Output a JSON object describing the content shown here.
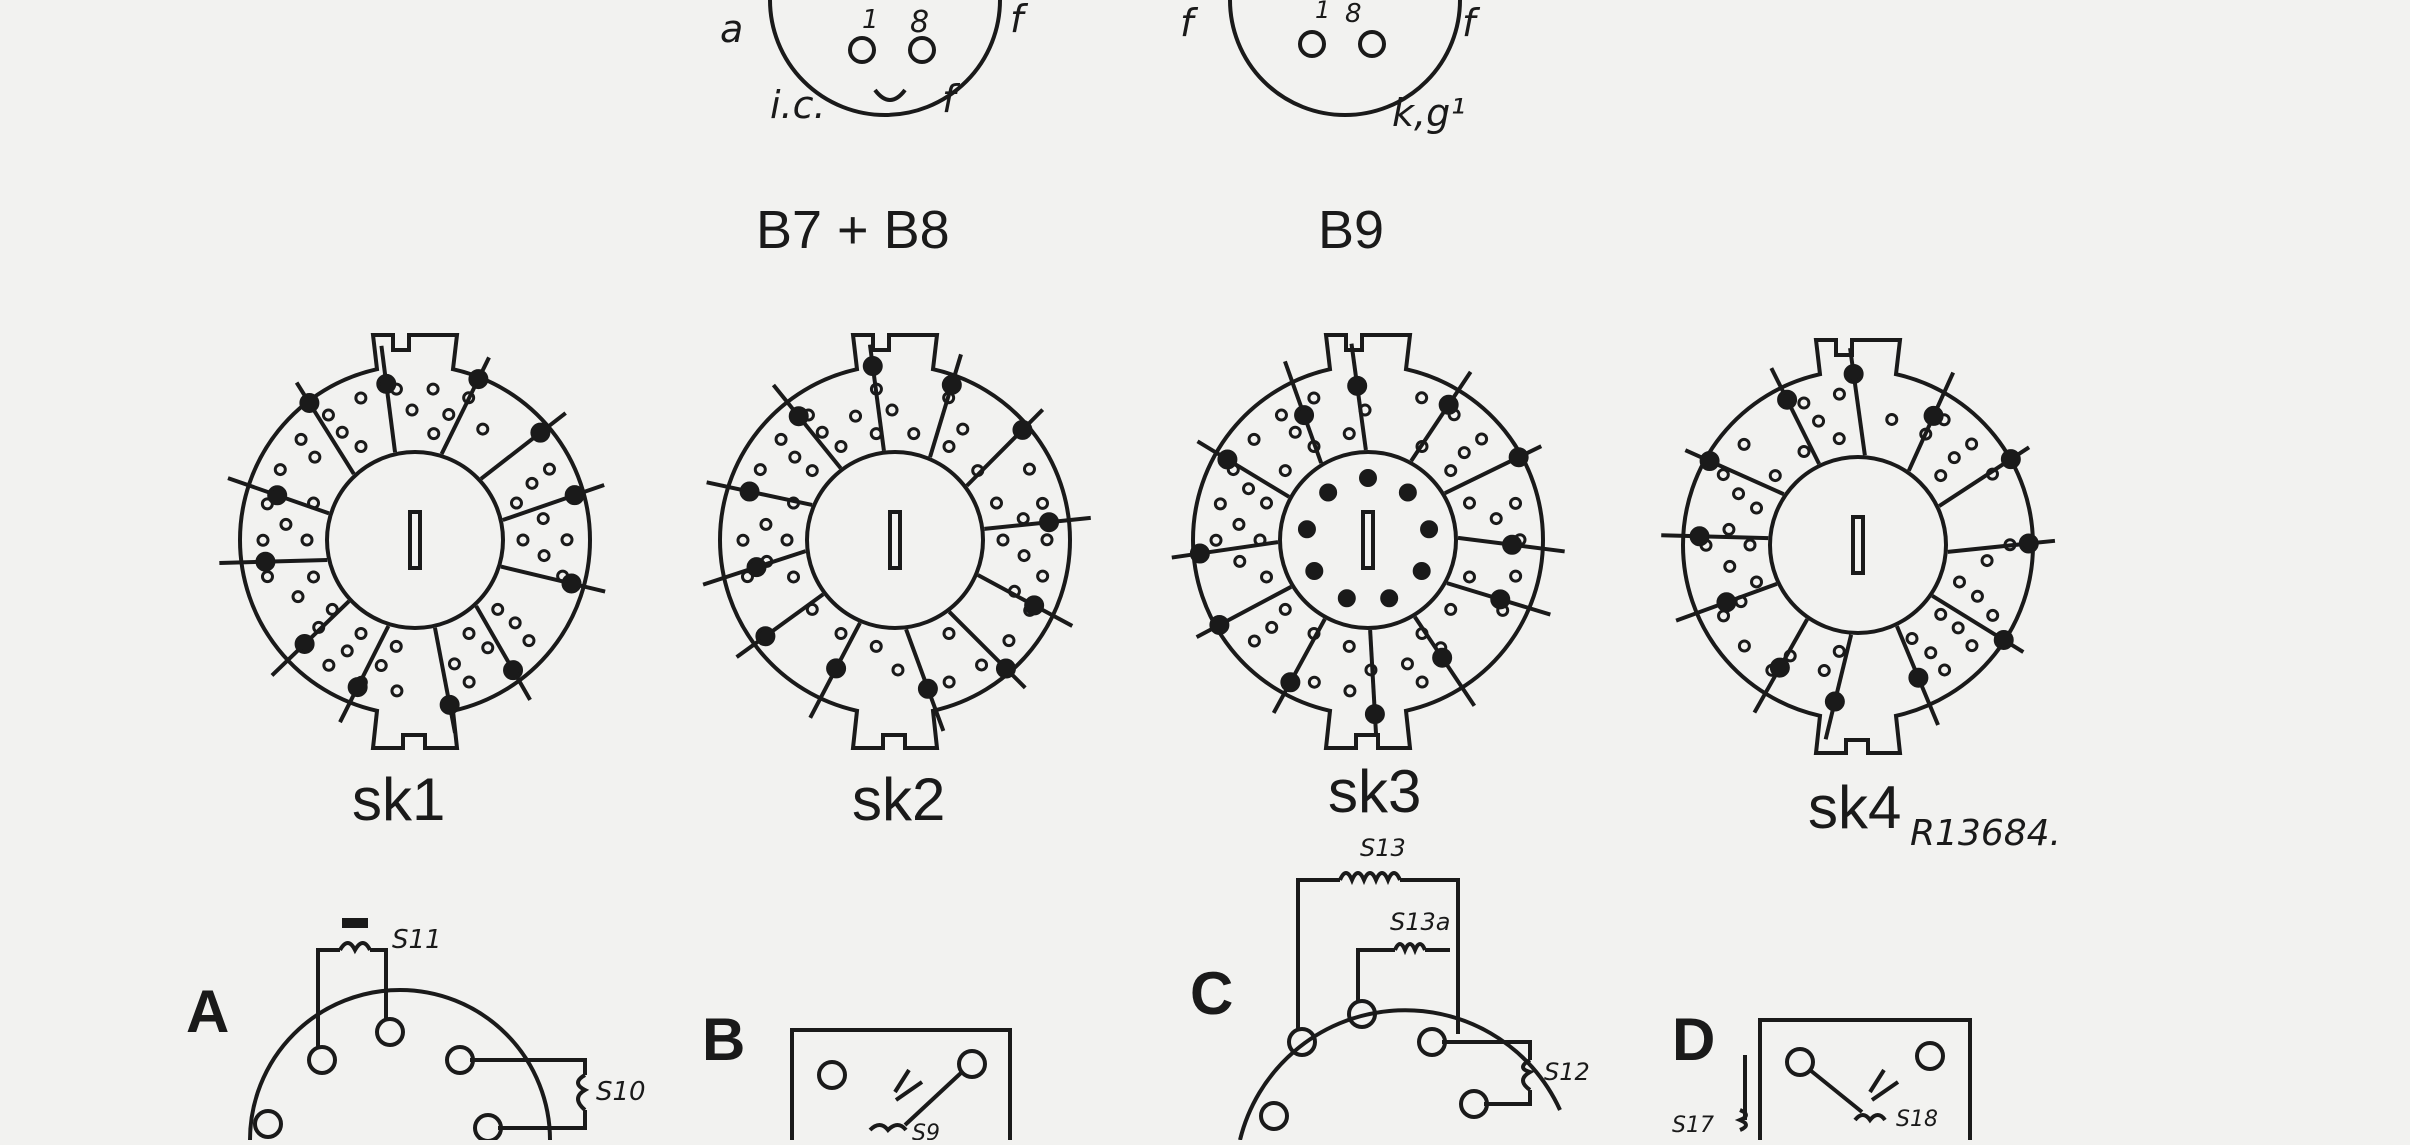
{
  "colors": {
    "paper": "#f2f2f0",
    "ink": "#1a1a1a"
  },
  "top_bases": [
    {
      "pin_labels": [
        "a",
        "1",
        "8",
        "f",
        "i.c.",
        "f"
      ]
    },
    {
      "pin_labels": [
        "f",
        "1",
        "8",
        "f",
        "k,g¹"
      ]
    }
  ],
  "headings": {
    "b7_b8": "B7 + B8",
    "b9": "B9"
  },
  "sockets": [
    {
      "label": "sk1"
    },
    {
      "label": "sk2"
    },
    {
      "label": "sk3"
    },
    {
      "label": "sk4"
    }
  ],
  "drawing_ref": "R13684.",
  "coil_panels": {
    "A": {
      "label": "A",
      "coils": [
        "S11",
        "S10"
      ]
    },
    "B": {
      "label": "B",
      "coils": [
        "S9"
      ]
    },
    "C": {
      "label": "C",
      "coils": [
        "S13",
        "S13a",
        "S12"
      ]
    },
    "D": {
      "label": "D",
      "coils": [
        "S17",
        "S18"
      ]
    }
  }
}
